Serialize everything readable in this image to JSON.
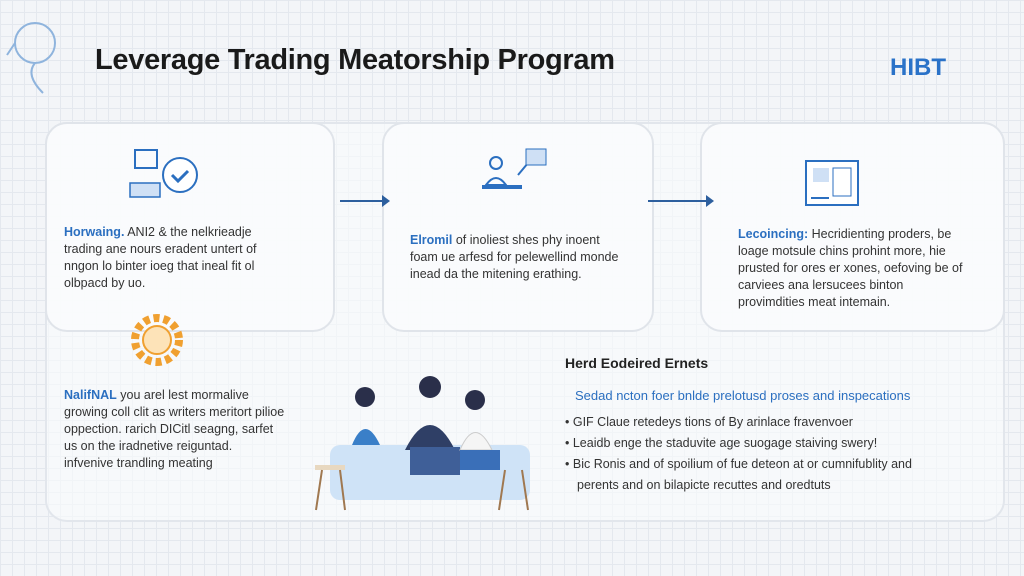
{
  "header": {
    "title": "Leverage Trading Meatorship Program",
    "brand": "HIBT"
  },
  "steps": [
    {
      "lead": "Horwaing.",
      "text": "ANI2 & the nelkrieadje trading ane nours eradent untert of nngon lo binter ioeg that ineal fit ol olbpacd by uo."
    },
    {
      "lead": "Elromil",
      "text": "of inoliest shes phy inoent foam ue arfesd for pelewellind monde inead da the mitening erathing."
    },
    {
      "lead": "Lecoincing:",
      "text": "Hecridienting proders, be loage motsule chins prohint more, hie prusted for ores er xones, oefoving be of carviees ana lersucees binton provimdities meat intemain."
    }
  ],
  "bottom_left": {
    "lead": "NalifNAL",
    "text": "you arel lest mormalive growing coll clit as writers meritort pilioe oppection. rarich DICitl seagng, sarfet us on the iradnetive reiguntad.",
    "last_line": "infvenive trandling meating"
  },
  "benefits": {
    "heading": "Herd Eodeired Ernets",
    "subheading": "Sedad ncton foer bnlde prelotusd proses and inspecations",
    "items": [
      "GIF Claue retedeys tions of By arinlace fravenvoer",
      "Leaidb enge the staduvite age suogage staiving swery!",
      "Bic Ronis and of spoilium of fue deteon at or cumnifublity and perents and on bilapicte recuttes and oredtuts"
    ]
  },
  "colors": {
    "accent": "#2b6fc0",
    "arrow": "#2d5f9e",
    "gear": "#f0a030"
  }
}
